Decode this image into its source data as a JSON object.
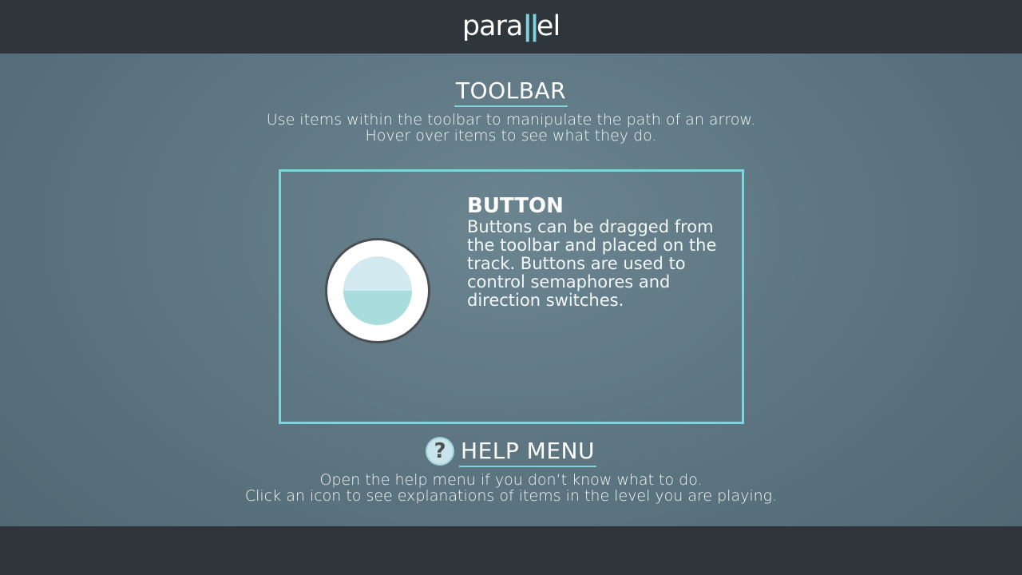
{
  "header": {
    "logo_prefix": "para",
    "logo_bars": "||",
    "logo_suffix": "el"
  },
  "toolbar": {
    "title": "TOOLBAR",
    "description_line1": "Use items within the toolbar to manipulate the path of an arrow.",
    "description_line2": "Hover over items to see what they do."
  },
  "item": {
    "icon": "button-icon",
    "title": "BUTTON",
    "description": "Buttons can be dragged from the toolbar and placed on the track. Buttons are used to control semaphores and direction switches."
  },
  "help": {
    "icon": "question-mark-icon",
    "icon_glyph": "?",
    "title": "HELP MENU",
    "description_line1": "Open the help menu if you don’t know what to do.",
    "description_line2": "Click an icon to see explanations of items in the level you are playing."
  },
  "colors": {
    "accent": "#7fd3dc",
    "bar": "#2f363b",
    "background": "#5d7682"
  }
}
